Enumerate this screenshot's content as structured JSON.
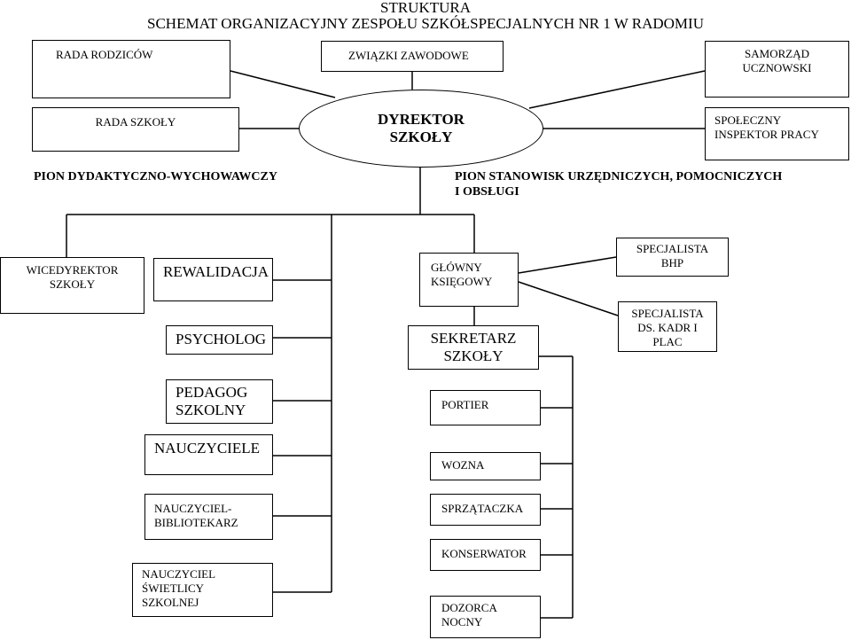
{
  "header": {
    "title": "STRUKTURA",
    "subtitle": "SCHEMAT ORGANIZACYJNY ZESPOŁU SZKÓŁSPECJALNYCH NR 1 W RADOMIU"
  },
  "director": "DYREKTOR\nSZKOŁY",
  "top_boxes": {
    "rada_rodzicow": "RADA RODZICÓW",
    "zwiazki": "ZWIĄZKI ZAWODOWE",
    "samorzad": "SAMORZĄD\nUCZNOWSKI",
    "rada_szkoly": "RADA SZKOŁY",
    "inspektor": "SPOŁECZNY\nINSPEKTOR PRACY"
  },
  "sections": {
    "left": "PION DYDAKTYCZNO-WYCHOWAWCZY",
    "right": "PION STANOWISK URZĘDNICZYCH, POMOCNICZYCH\nI OBSŁUGI"
  },
  "left_branch": {
    "wicedyrektor": "WICEDYREKTOR\nSZKOŁY",
    "items": [
      "REWALIDACJA",
      "PSYCHOLOG",
      "PEDAGOG\nSZKOLNY",
      "NAUCZYCIELE",
      "NAUCZYCIEL-\nBIBLIOTEKARZ",
      "NAUCZYCIEL\nŚWIETLICY\nSZKOLNEJ"
    ]
  },
  "right_branch": {
    "ksiegowy": "GŁÓWNY\nKSIĘGOWY",
    "bhp": "SPECJALISTA\nBHP",
    "kadry": "SPECJALISTA\nDs. KADR i\nPLAC",
    "sekretarz": "SEKRETARZ\nSZKOŁY",
    "staff": [
      "PORTIER",
      "WOZNA",
      "SPRZĄTACZKA",
      "KONSERWATOR",
      "DOZORCA\nNOCNY"
    ]
  }
}
